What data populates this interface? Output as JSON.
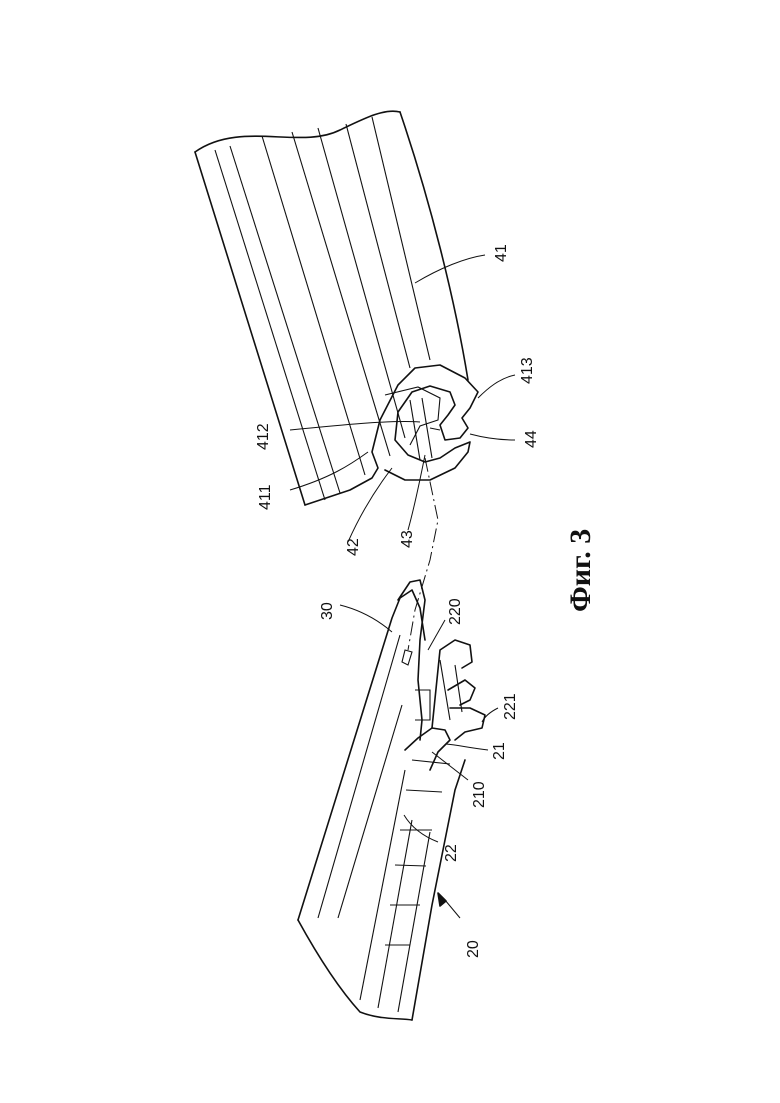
{
  "figure": {
    "caption": "Фиг. 3"
  },
  "labels": {
    "l41": "41",
    "l413": "413",
    "l412": "412",
    "l44": "44",
    "l411": "411",
    "l42": "42",
    "l43": "43",
    "l30": "30",
    "l220": "220",
    "l221": "221",
    "l21": "21",
    "l210": "210",
    "l22": "22",
    "l20": "20"
  }
}
